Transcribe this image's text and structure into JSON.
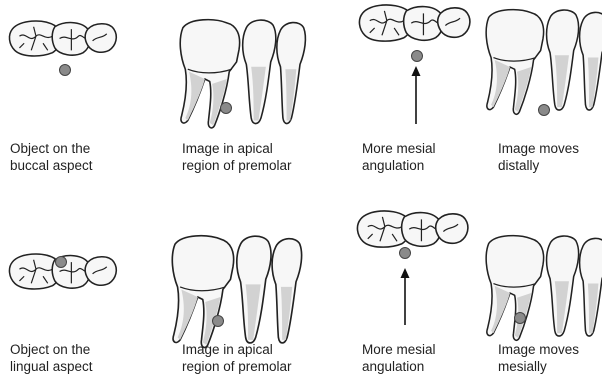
{
  "rows": [
    {
      "panels": [
        {
          "line1": "Object on the",
          "line2": "buccal aspect"
        },
        {
          "line1": "Image in apical",
          "line2": "region of premolar"
        },
        {
          "line1": "More mesial",
          "line2": "angulation"
        },
        {
          "line1": "Image moves",
          "line2": "distally"
        }
      ]
    },
    {
      "panels": [
        {
          "line1": "Object on the",
          "line2": "lingual aspect"
        },
        {
          "line1": "Image in apical",
          "line2": "region of premolar"
        },
        {
          "line1": "More mesial",
          "line2": "angulation"
        },
        {
          "line1": "Image moves",
          "line2": "mesially"
        }
      ]
    }
  ],
  "colors": {
    "object": "#8a8a8a",
    "tooth_fill": "#f7f7f7",
    "tooth_shade": "#d2d2d2"
  }
}
